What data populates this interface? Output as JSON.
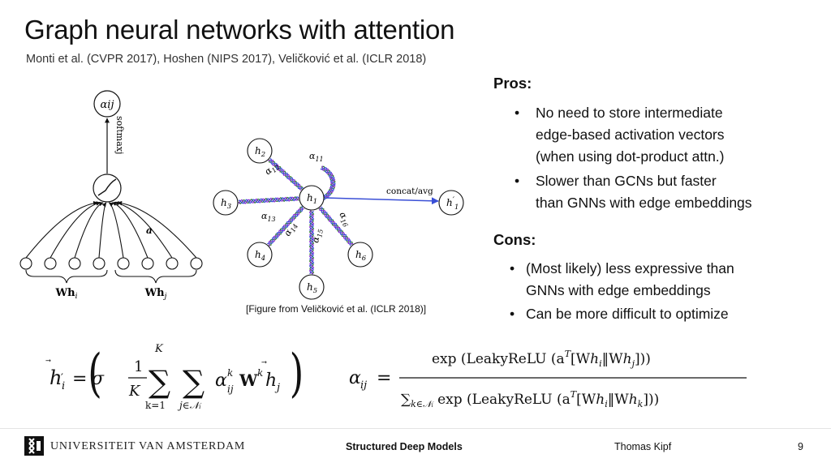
{
  "slide": {
    "title": "Graph neural networks with attention",
    "subtitle": "Monti et al. (CVPR 2017), Hoshen (NIPS 2017), Veličković et al. (ICLR 2018)"
  },
  "pros": {
    "heading": "Pros:",
    "items": [
      [
        "No need to store intermediate",
        "edge-based activation vectors",
        "(when using dot-product attn.)"
      ],
      [
        "Slower than GCNs but faster",
        "than GNNs with edge embeddings"
      ]
    ]
  },
  "cons": {
    "heading": "Cons:",
    "items": [
      [
        "(Most likely) less expressive than",
        "GNNs with edge embeddings"
      ],
      [
        "Can be more difficult to optimize"
      ]
    ]
  },
  "bullet_glyph": "•",
  "figure_left": {
    "output_node": "αij",
    "softmax_label": "softmaxj",
    "a_label": "a",
    "left_group": "Wh",
    "left_sub": "i",
    "right_group": "Wh",
    "right_sub": "j"
  },
  "figure_mid": {
    "center": {
      "h": "h",
      "sub": "1"
    },
    "neighbors": [
      {
        "h": "h",
        "sub": "2"
      },
      {
        "h": "h",
        "sub": "3"
      },
      {
        "h": "h",
        "sub": "4"
      },
      {
        "h": "h",
        "sub": "5"
      },
      {
        "h": "h",
        "sub": "6"
      }
    ],
    "output": {
      "h": "h",
      "sub": "1",
      "prime": "′"
    },
    "concat_label": "concat/avg",
    "alpha_labels": [
      {
        "a": "α",
        "sub": "11"
      },
      {
        "a": "α",
        "sub": "12"
      },
      {
        "a": "α",
        "sub": "13"
      },
      {
        "a": "α",
        "sub": "14"
      },
      {
        "a": "α",
        "sub": "15"
      },
      {
        "a": "α",
        "sub": "16"
      }
    ],
    "colors": [
      "#2f7f2f",
      "#8a2ad6",
      "#3a4fd6"
    ],
    "caption": "[Figure from Veličković et al. (ICLR 2018)]"
  },
  "footer": {
    "university": "UNIVERSITEIT VAN AMSTERDAM",
    "course": "Structured Deep Models",
    "author": "Thomas Kipf",
    "page": "9"
  }
}
